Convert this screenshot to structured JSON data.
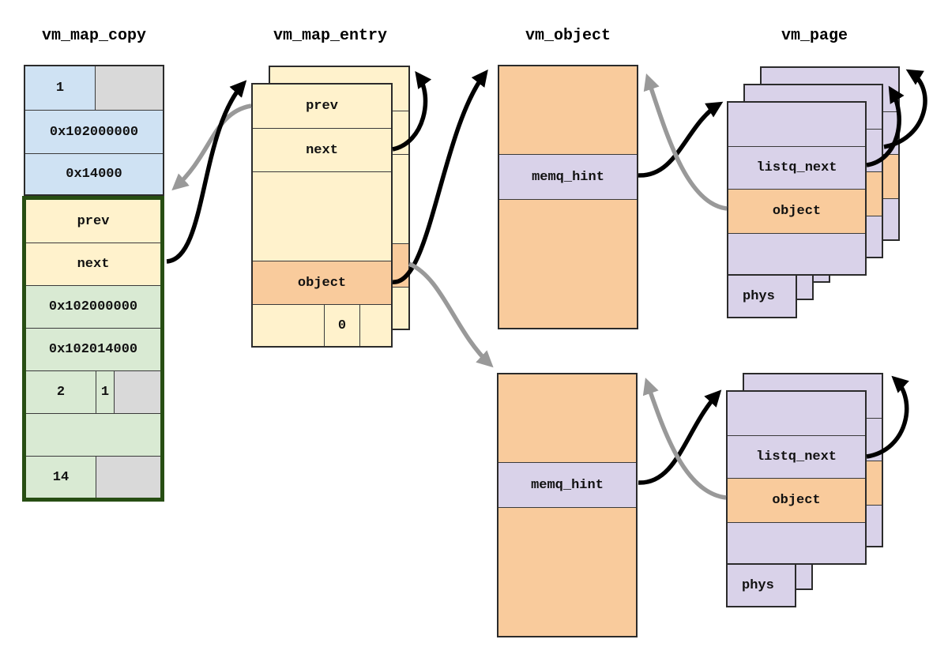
{
  "titles": {
    "vm_map_copy": "vm_map_copy",
    "vm_map_entry": "vm_map_entry",
    "vm_object": "vm_object",
    "vm_page": "vm_page"
  },
  "vm_map_copy": {
    "type_value": "1",
    "offset": "0x102000000",
    "size": "0x14000",
    "embedded_entry": {
      "prev": "prev",
      "next": "next",
      "start": "0x102000000",
      "end": "0x102014000",
      "val_a": "2",
      "val_b": "1",
      "val_c": "14"
    }
  },
  "vm_map_entry": {
    "prev": "prev",
    "next": "next",
    "object": "object",
    "zero_value": "0"
  },
  "vm_object": {
    "memq_hint": "memq_hint"
  },
  "vm_page": {
    "listq_next": "listq_next",
    "object": "object",
    "phys": "phys"
  },
  "colors": {
    "light_blue": "#cfe2f3",
    "light_yellow": "#fff2cc",
    "light_green": "#d9ead3",
    "light_orange": "#f9cb9c",
    "light_purple": "#d9d2e9",
    "gray_cell": "#d9d9d9",
    "dark_green_border": "#274e13",
    "arrow_black": "#000000",
    "arrow_gray": "#999999"
  }
}
